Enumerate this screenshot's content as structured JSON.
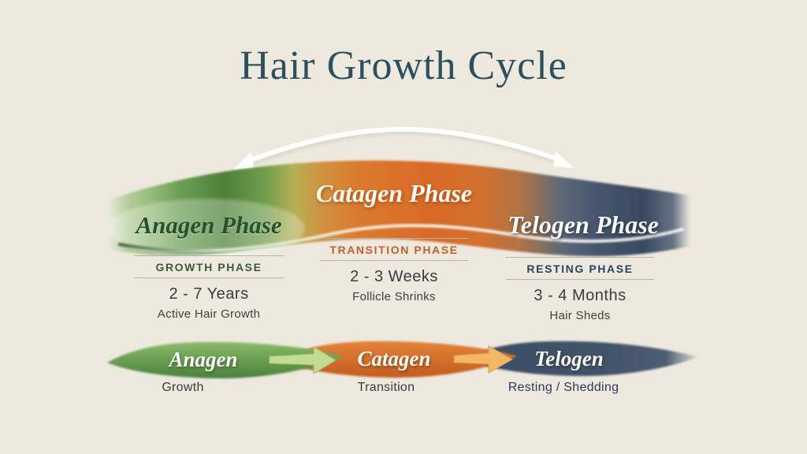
{
  "page": {
    "title": "Hair Growth Cycle"
  },
  "colors": {
    "background": "#EDE9DF",
    "title_teal": "#2D4F5E",
    "anagen_green": "#4D8038",
    "catagen_orange": "#D96E2B",
    "telogen_slate": "#3E5066",
    "heading_green": "#3A5B33",
    "heading_orange": "#C2602F",
    "heading_navy": "#2B3F63",
    "body_text": "#3C3C3C",
    "flow_navy": "#2E3A5A",
    "arrow_light_green": "#C3DC92",
    "arrow_amber": "#F4B766",
    "cycle_arrow_white": "#FFFFFF"
  },
  "icons": {
    "cycle_arrow": "double-headed-curved-arrow"
  },
  "ribbon": {
    "anagen_label": "Anagen Phase",
    "catagen_label": "Catagen Phase",
    "telogen_label": "Telogen Phase"
  },
  "details": [
    {
      "heading": "GROWTH PHASE",
      "duration": "2 - 7 Years",
      "description": "Active Hair Growth"
    },
    {
      "heading": "TRANSITION PHASE",
      "duration": "2 - 3 Weeks",
      "description": "Follicle Shrinks"
    },
    {
      "heading": "RESTING PHASE",
      "duration": "3 - 4 Months",
      "description": "Hair Sheds"
    }
  ],
  "flow": [
    {
      "label": "Anagen",
      "sub": "Growth"
    },
    {
      "label": "Catagen",
      "sub": "Transition"
    },
    {
      "label": "Telogen",
      "sub": "Resting / Shedding"
    }
  ]
}
